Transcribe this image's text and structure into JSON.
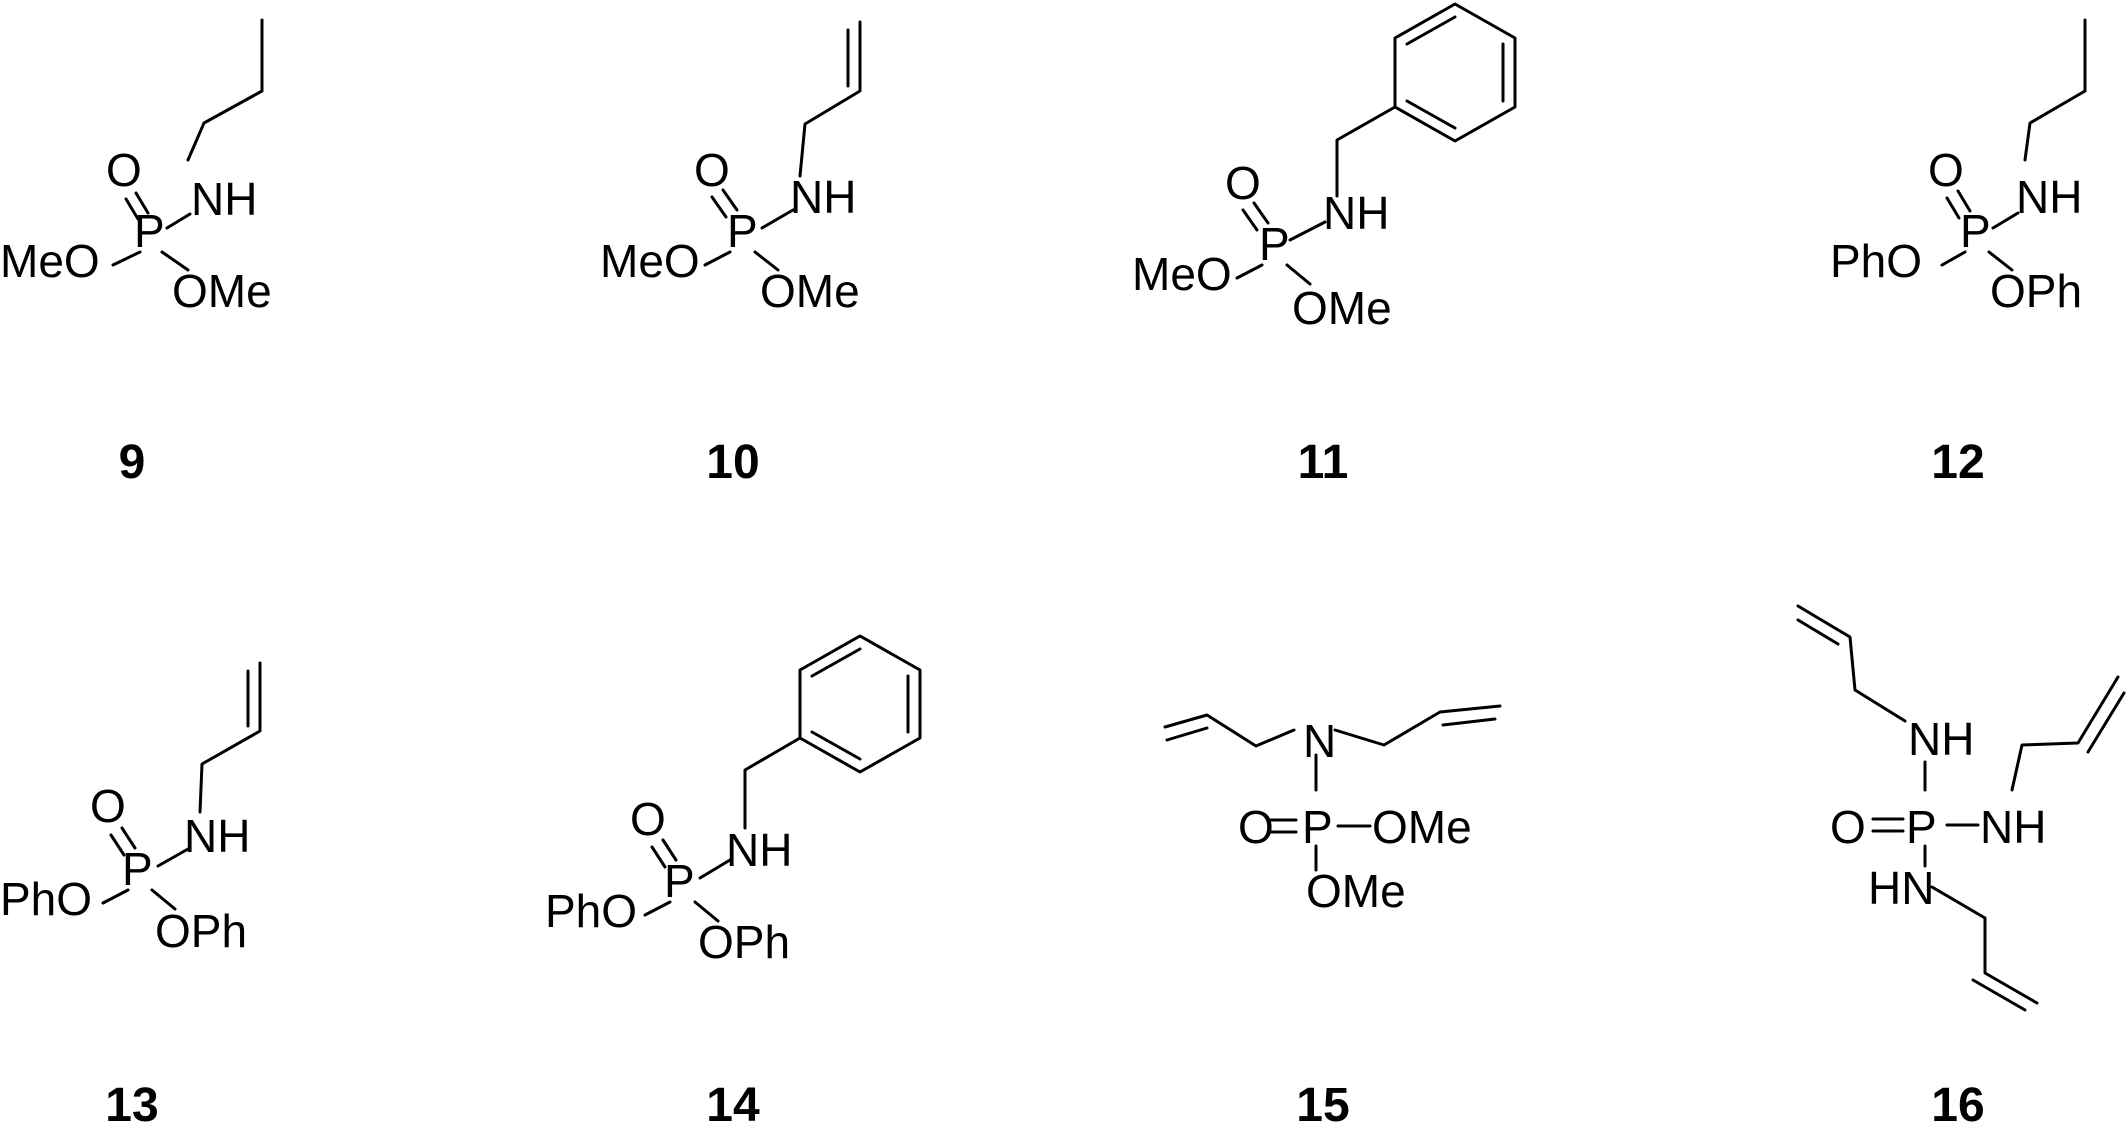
{
  "compounds": [
    {
      "label": "9",
      "atoms": {
        "o": "O",
        "nh": "NH",
        "p": "P",
        "ol": "MeO",
        "or": "OMe"
      }
    },
    {
      "label": "10",
      "atoms": {
        "o": "O",
        "nh": "NH",
        "p": "P",
        "ol": "MeO",
        "or": "OMe"
      }
    },
    {
      "label": "11",
      "atoms": {
        "o": "O",
        "nh": "NH",
        "p": "P",
        "ol": "MeO",
        "or": "OMe"
      }
    },
    {
      "label": "12",
      "atoms": {
        "o": "O",
        "nh": "NH",
        "p": "P",
        "ol": "PhO",
        "or": "OPh"
      }
    },
    {
      "label": "13",
      "atoms": {
        "o": "O",
        "nh": "NH",
        "p": "P",
        "ol": "PhO",
        "or": "OPh"
      }
    },
    {
      "label": "14",
      "atoms": {
        "o": "O",
        "nh": "NH",
        "p": "P",
        "ol": "PhO",
        "or": "OPh"
      }
    },
    {
      "label": "15",
      "atoms": {
        "n": "N",
        "o": "O",
        "p": "P",
        "or": "OMe",
        "ob": "OMe"
      }
    },
    {
      "label": "16",
      "atoms": {
        "nh1": "NH",
        "o": "O",
        "p": "P",
        "nh2": "NH",
        "hn": "HN"
      }
    }
  ]
}
